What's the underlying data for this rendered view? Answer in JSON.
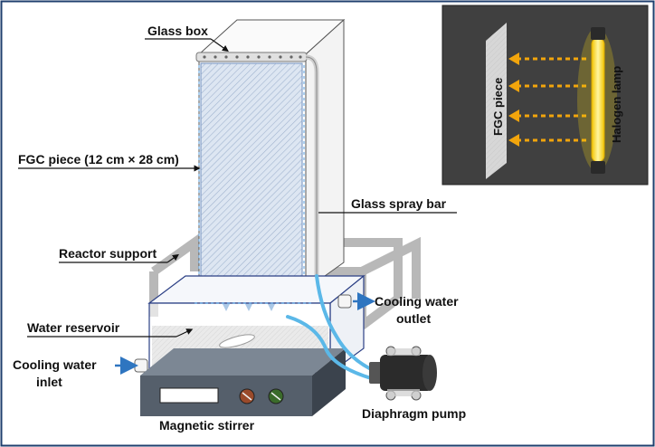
{
  "labels": {
    "glass_box": "Glass box",
    "fgc_piece_size": "FGC piece (12 cm × 28 cm)",
    "glass_spray_bar": "Glass spray bar",
    "reactor_support": "Reactor support",
    "water_reservoir": "Water reservoir",
    "cooling_water_outlet_line1": "Cooling water",
    "cooling_water_outlet_line2": "outlet",
    "cooling_water_inlet_line1": "Cooling water",
    "cooling_water_inlet_line2": "inlet",
    "magnetic_stirrer": "Magnetic stirrer",
    "diaphragm_pump": "Diaphragm pump"
  },
  "inset": {
    "fgc_piece": "FGC piece",
    "halogen_lamp": "Halogen lamp"
  },
  "colors": {
    "border": "#1f3f6e",
    "frame_gray": "#b8b8b8",
    "tube_blue": "#5bb8e8",
    "arrow_blue": "#2e75c0",
    "inset_bg": "#404040",
    "lamp_yellow": "#f5d20f",
    "light_orange": "#f2a50c",
    "stirrer_body": "#4a5563"
  }
}
